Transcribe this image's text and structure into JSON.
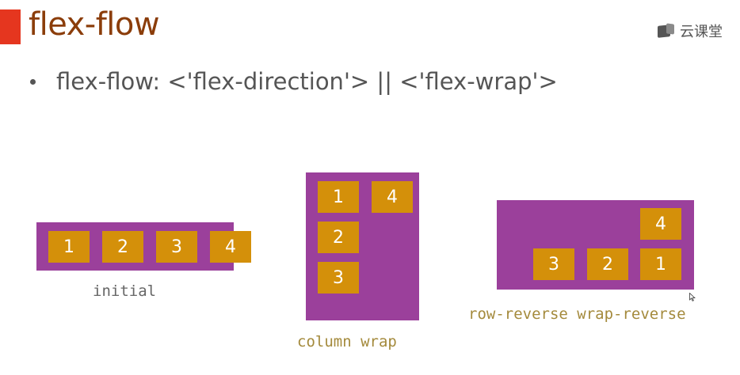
{
  "slide": {
    "title": "flex-flow",
    "brand": "云课堂",
    "bullet": "flex-flow: <'flex-direction'> || <'flex-wrap'>"
  },
  "colors": {
    "accent": "#e5361f",
    "title": "#8b3d0a",
    "container": "#9b409b",
    "item": "#d4900a"
  },
  "examples": [
    {
      "caption": "initial",
      "items": [
        "1",
        "2",
        "3",
        "4"
      ]
    },
    {
      "caption": "column wrap",
      "items": [
        "1",
        "2",
        "3",
        "4"
      ]
    },
    {
      "caption": "row-reverse wrap-reverse",
      "items": [
        "1",
        "2",
        "3",
        "4"
      ]
    }
  ],
  "icons": {
    "brand": "cloud-classroom-logo-icon",
    "cursor": "mouse-cursor-icon"
  }
}
